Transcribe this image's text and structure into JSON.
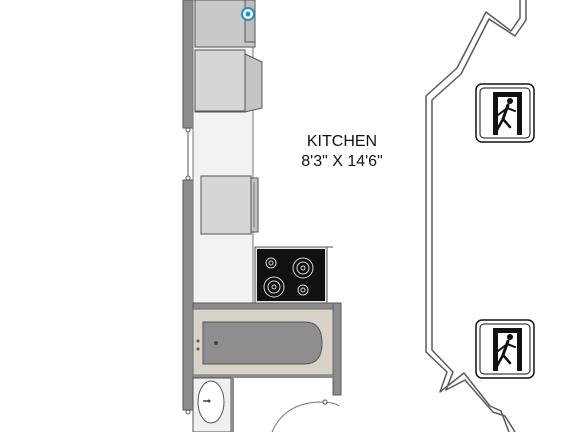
{
  "room": {
    "name": "KITCHEN",
    "dimensions": "8'3\" X 14'6\""
  },
  "fixtures": [
    {
      "kind": "washer",
      "icon": "washer-icon"
    },
    {
      "kind": "dryer",
      "icon": "dryer-icon"
    },
    {
      "kind": "dishwasher",
      "icon": "dishwasher-icon"
    },
    {
      "kind": "cooktop",
      "burners": 4,
      "icon": "cooktop-icon"
    },
    {
      "kind": "bathtub",
      "icon": "bathtub-icon"
    },
    {
      "kind": "sink",
      "icon": "sink-icon"
    }
  ],
  "exits": [
    {
      "kind": "emergency-exit",
      "icon": "emergency-exit-icon"
    },
    {
      "kind": "emergency-exit",
      "icon": "emergency-exit-icon"
    }
  ],
  "colors": {
    "wall": "#8c8c8c",
    "wall_edge": "#5a5a5a",
    "counter": "#f2f2f2",
    "appliance": "#d0d0d0",
    "cooktop": "#111111",
    "tub_fill": "#8e8e8e",
    "tub_surround": "#d9d2c9",
    "accent": "#2a8fc7"
  }
}
